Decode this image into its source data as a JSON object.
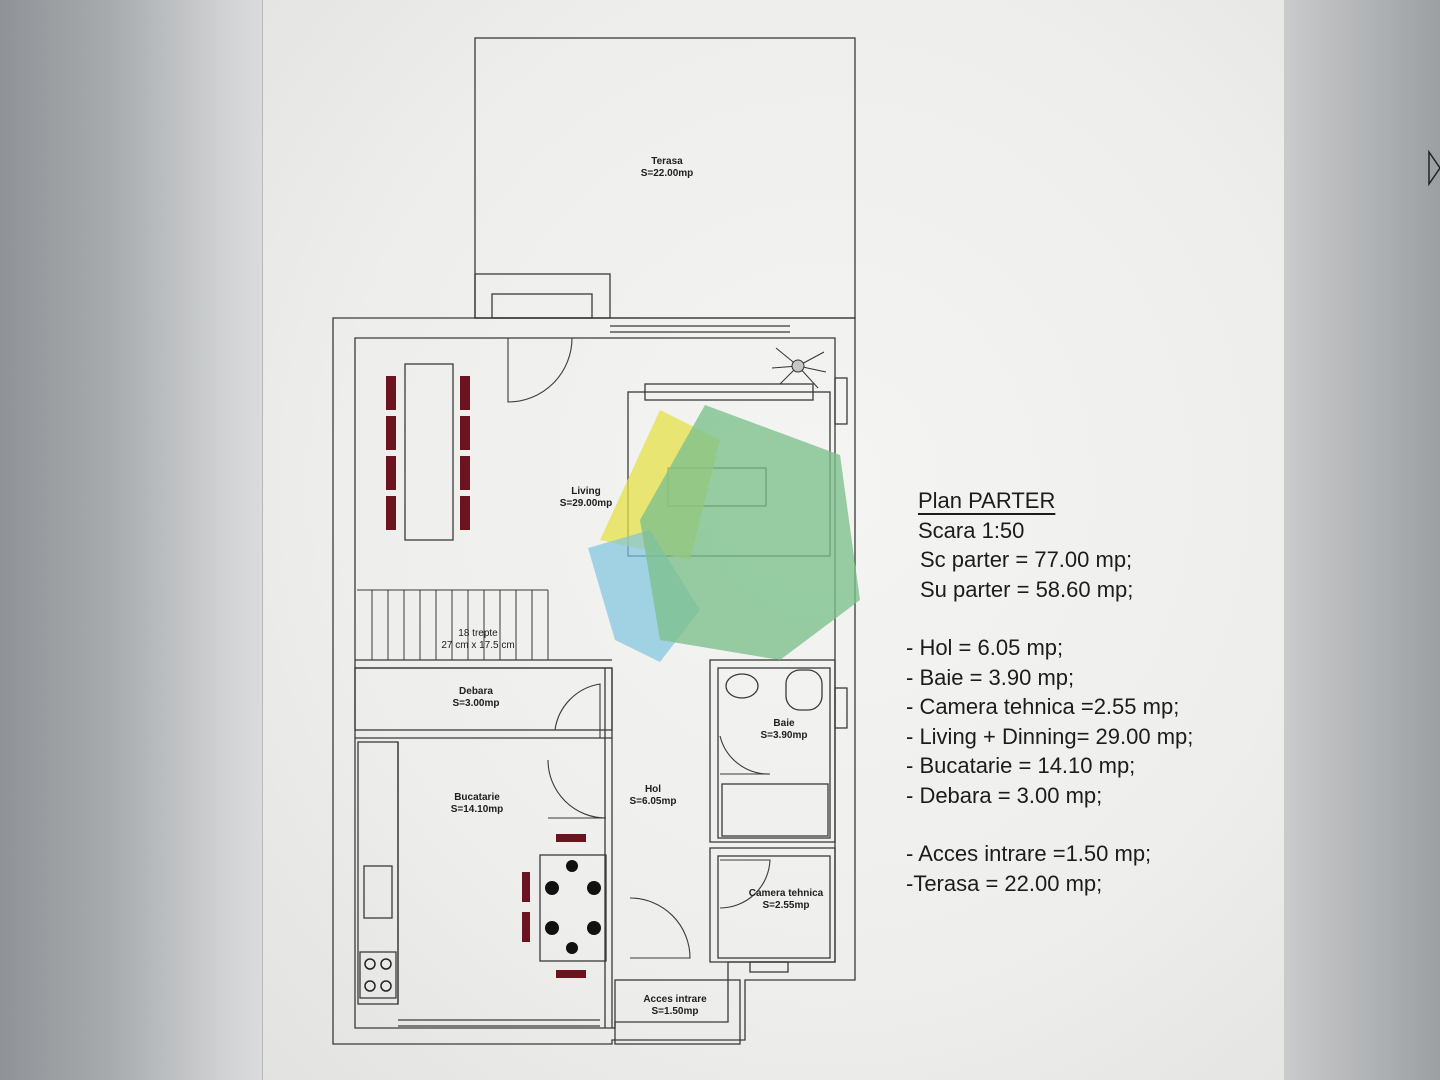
{
  "rooms": {
    "terasa": {
      "name": "Terasa",
      "area": "S=22.00mp"
    },
    "living": {
      "name": "Living",
      "area": "S=29.00mp"
    },
    "stairs": {
      "name": "18 trepte",
      "area": "27 cm x 17.5 cm"
    },
    "debara": {
      "name": "Debara",
      "area": "S=3.00mp"
    },
    "bucatarie": {
      "name": "Bucatarie",
      "area": "S=14.10mp"
    },
    "hol": {
      "name": "Hol",
      "area": "S=6.05mp"
    },
    "baie": {
      "name": "Baie",
      "area": "S=3.90mp"
    },
    "camera_tehnica": {
      "name": "Camera tehnica",
      "area": "S=2.55mp"
    },
    "acces_intrare": {
      "name": "Acces intrare",
      "area": "S=1.50mp"
    }
  },
  "legend": {
    "title": "Plan PARTER",
    "scale": "Scara 1:50",
    "sc_parter": "Sc parter = 77.00 mp;",
    "su_parter": "Su parter = 58.60 mp;",
    "items": [
      "- Hol = 6.05 mp;",
      "- Baie  = 3.90 mp;",
      "- Camera tehnica =2.55 mp;",
      "- Living + Dinning= 29.00 mp;",
      "- Bucatarie = 14.10 mp;",
      "- Debara = 3.00 mp;"
    ],
    "extra": [
      "- Acces intrare =1.50 mp;",
      "-Terasa = 22.00 mp;"
    ]
  },
  "colors": {
    "line": "#3a3a3a",
    "chair": "#6b1420",
    "lens_flare_yellow": "#e6e04a",
    "lens_flare_blue": "#7fc4e0",
    "lens_flare_green": "#7cc08c"
  }
}
